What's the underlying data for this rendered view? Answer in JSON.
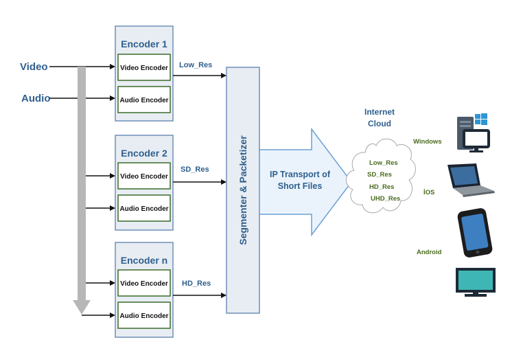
{
  "inputs": {
    "video": "Video",
    "audio": "Audio"
  },
  "encoders": [
    {
      "title": "Encoder 1",
      "video_label": "Video Encoder",
      "audio_label": "Audio Encoder",
      "output": "Low_Res"
    },
    {
      "title": "Encoder 2",
      "video_label": "Video Encoder",
      "audio_label": "Audio Encoder",
      "output": "SD_Res"
    },
    {
      "title": "Encoder n",
      "video_label": "Video Encoder",
      "audio_label": "Audio Encoder",
      "output": "HD_Res"
    }
  ],
  "segmenter": {
    "label": "Segmenter & Packetizer"
  },
  "transport": {
    "line1": "IP Transport of",
    "line2": "Short Files"
  },
  "cloud": {
    "title_line1": "Internet",
    "title_line2": "Cloud",
    "items": [
      "Low_Res",
      "SD_Res",
      "HD_Res",
      "UHD_Res"
    ]
  },
  "devices": {
    "windows": "Windows",
    "ios": "İOS",
    "android": "Android"
  },
  "colors": {
    "title_blue": "#2e5f8e",
    "box_border": "#6f8fb8",
    "box_fill": "#e8edf3",
    "inner_border": "#3b6b2a",
    "arrow_fill": "#eaf3fb",
    "arrow_border": "#6a9fd6",
    "green_text": "#4a6b1e",
    "gray_arrow": "#b7b7b7"
  }
}
